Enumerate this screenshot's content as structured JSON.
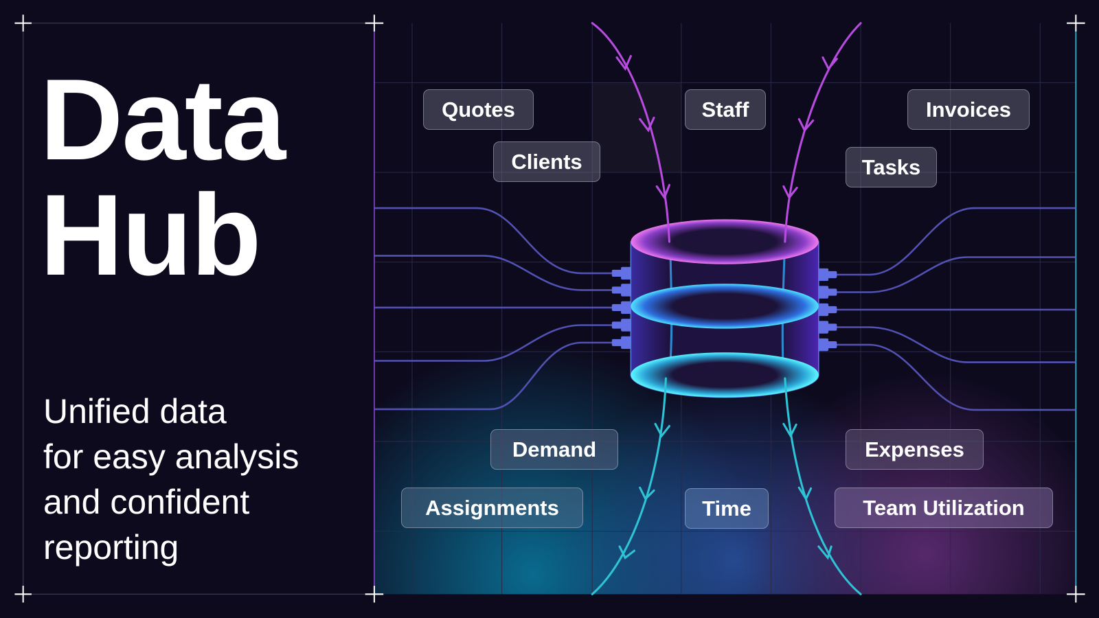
{
  "hero": {
    "title_line1": "Data",
    "title_line2": "Hub",
    "subtitle_lines": [
      "Unified data",
      "for easy analysis",
      "and confident",
      "reporting"
    ]
  },
  "diagram": {
    "labels": {
      "quotes": "Quotes",
      "staff": "Staff",
      "invoices": "Invoices",
      "clients": "Clients",
      "tasks": "Tasks",
      "demand": "Demand",
      "expenses": "Expenses",
      "assignments": "Assignments",
      "time": "Time",
      "team_utilization": "Team Utilization"
    },
    "colors": {
      "background": "#0d0a1d",
      "purple": "#b84be0",
      "cyan": "#2ec4d6",
      "line": "#5656b8"
    }
  }
}
